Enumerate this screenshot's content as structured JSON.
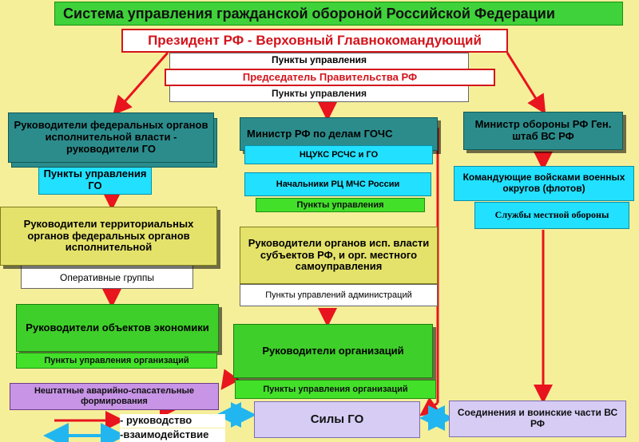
{
  "title": "Система управления гражданской обороной Российской Федерации",
  "president": "Президент РФ - Верховный Главнокомандующий",
  "pu_top": "Пункты управления",
  "chairman": "Председатель Правительства РФ",
  "pu_top2": "Пункты управления",
  "federal_heads": "Руководители федеральных органов исполнительной власти - руководители ГО",
  "pu_go": "Пункты управления ГО",
  "mchs_minister": "Министр РФ по делам ГОЧС",
  "ntsuks": "НЦУКС РСЧС и ГО",
  "rc_heads": "Начальники РЦ МЧС России",
  "pu_mid": "Пункты управления",
  "defense_minister": "Министр обороны РФ Ген. штаб ВС РФ",
  "district_commanders": "Командующие войсками военных округов (флотов)",
  "local_defense": "Службы местной обороны",
  "territorial_heads": "Руководители территориальных органов федеральных органов исполнительной",
  "op_groups": "Оперативные группы",
  "subject_heads": "Руководители органов исп. власти субъектов РФ, и орг. местного самоуправления",
  "pu_admin": "Пункты управлений администраций",
  "econ_heads": "Руководители объектов экономики",
  "pu_org_left": "Пункты управления организаций",
  "org_heads": "Руководители организаций",
  "pu_org_mid": "Пункты управления организаций",
  "rescue": "Нештатные аварийно-спасательные формирования",
  "forces_go": "Силы ГО",
  "military_units": "Соединения и воинские части ВС РФ",
  "legend": {
    "command": "- руководство",
    "interaction": "-взаимодействие"
  },
  "colors": {
    "command": "#e8141e",
    "interaction": "#22b6f0"
  }
}
